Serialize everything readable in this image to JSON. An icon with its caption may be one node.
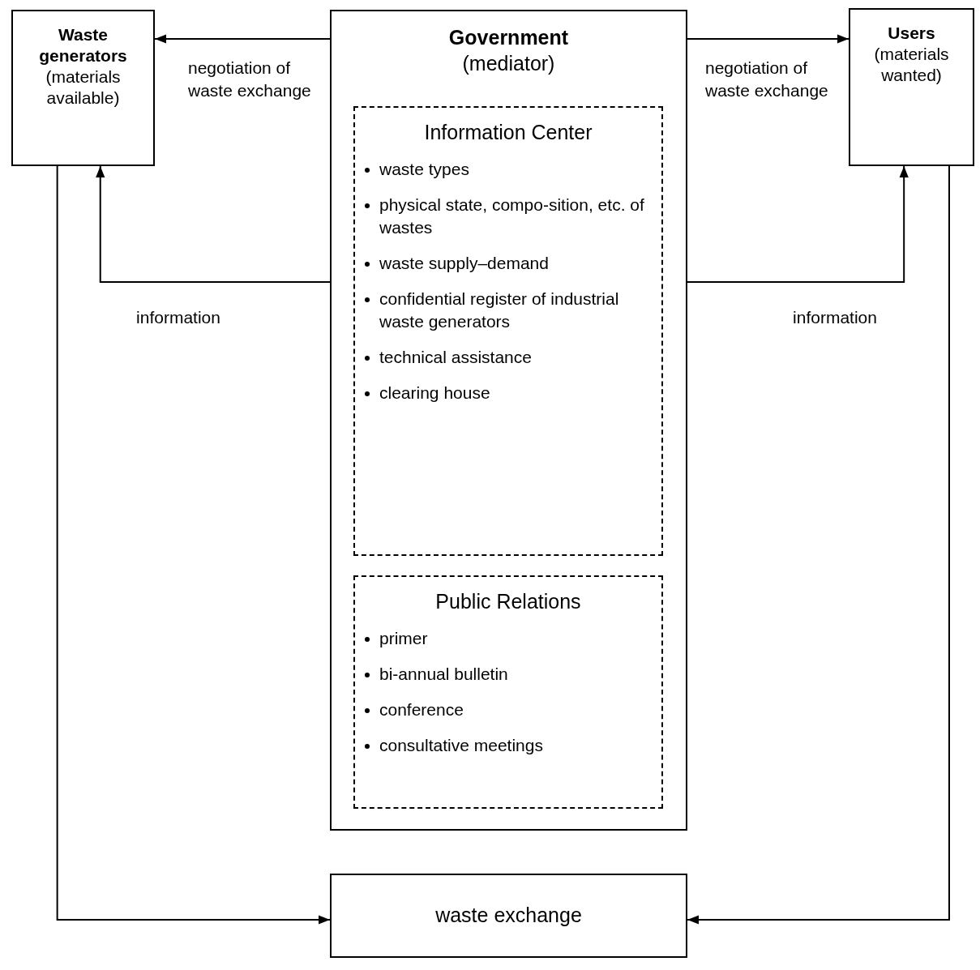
{
  "diagram": {
    "nodes": [
      {
        "text": [
          "Waste generators",
          "(materials available)"
        ]
      },
      {
        "text": [
          "Government",
          "(mediator)"
        ]
      },
      {
        "text": [
          "Users",
          "(materials wanted)"
        ]
      },
      {
        "text": [
          "Information Center",
          "waste types",
          "physical state, compo-sition, etc. of wastes",
          "waste supply–demand",
          "confidential register of industrial waste generators",
          "technical assistance",
          "clearing house"
        ],
        "in": 1
      },
      {
        "text": [
          "Public Relations",
          "primer",
          "bi-annual bulletin",
          "conference",
          "consultative meetings"
        ],
        "in": 1
      },
      {
        "text": [
          "waste exchange"
        ]
      }
    ],
    "edges": [
      {
        "from": 1,
        "to": 0,
        "arrow": "to",
        "label": "negotiation of waste exchange"
      },
      {
        "from": 1,
        "to": 2,
        "arrow": "to",
        "label": "negotiation of waste exchange"
      },
      {
        "from": 1,
        "to": 0,
        "arrow": "to",
        "label": "information"
      },
      {
        "from": 1,
        "to": 2,
        "arrow": "to",
        "label": "information"
      },
      {
        "from": 0,
        "to": 5,
        "arrow": "to"
      },
      {
        "from": 2,
        "to": 5,
        "arrow": "to"
      }
    ]
  }
}
